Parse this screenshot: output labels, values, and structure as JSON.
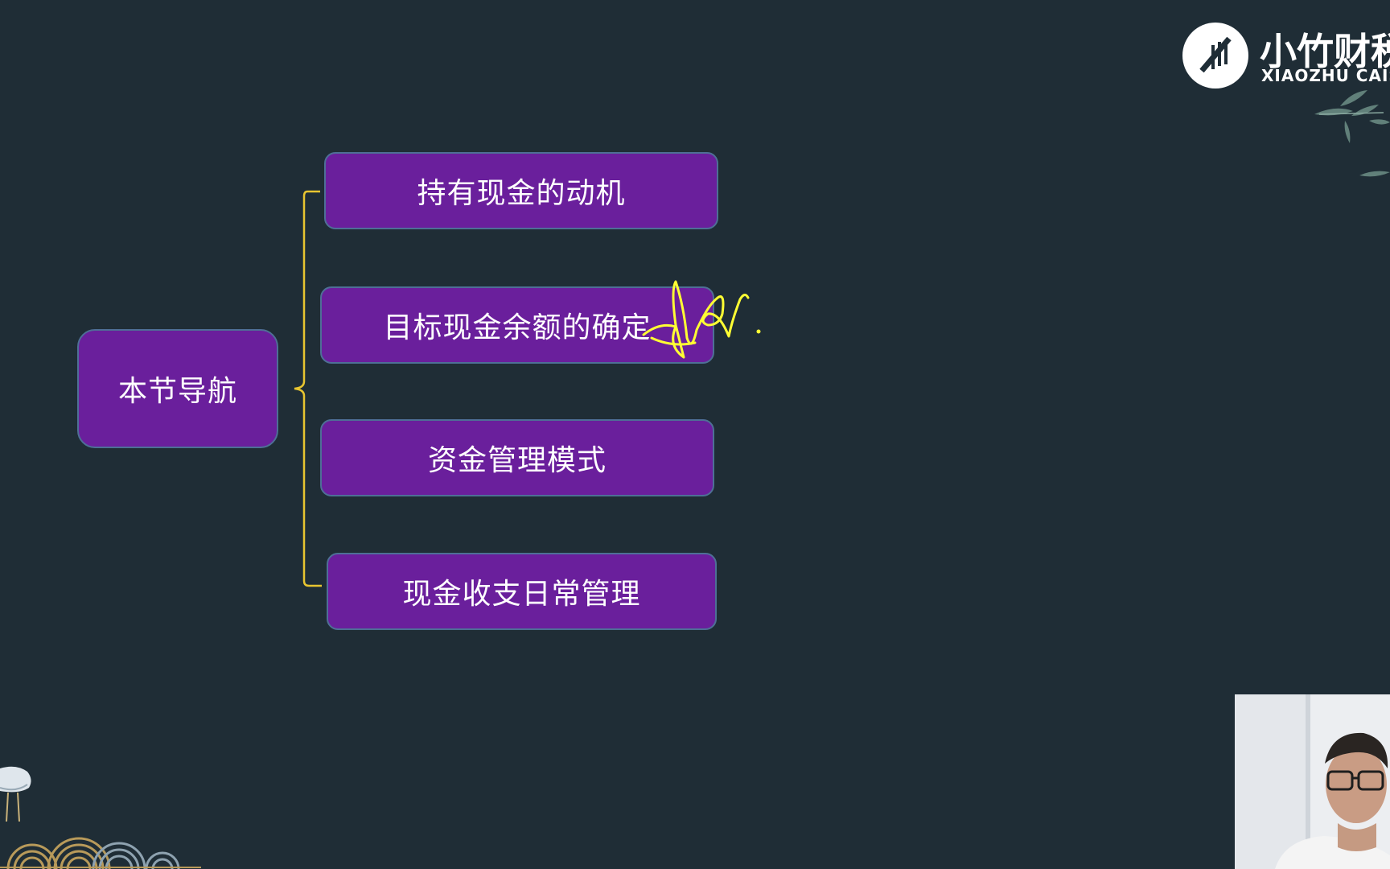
{
  "slide": {
    "root": "本节导航",
    "items": [
      "持有现金的动机",
      "目标现金余额的确定",
      "资金管理模式",
      "现金收支日常管理"
    ]
  },
  "logo": {
    "cn": "小竹财税",
    "en": "XIAOZHU CAISHUI"
  },
  "colors": {
    "background": "#1f2d36",
    "node_fill": "#6a1f9c",
    "node_border": "#4e6f96",
    "bracket": "#e8c530",
    "annotation": "#ffff33"
  },
  "icons": [
    "bamboo-logo-icon",
    "bamboo-leaves-icon",
    "crane-icon",
    "wave-pattern-icon"
  ]
}
